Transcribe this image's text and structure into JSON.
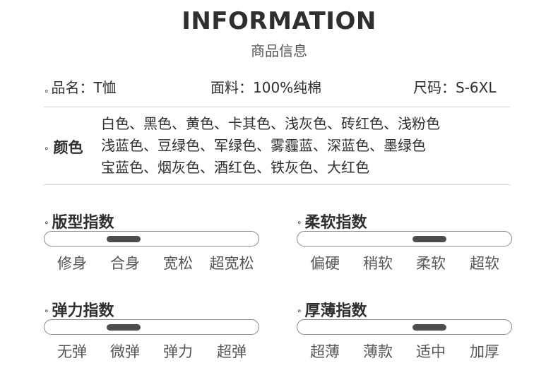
{
  "header": {
    "title": "INFORMATION",
    "subtitle": "商品信息"
  },
  "specs": {
    "name": "品名：T恤",
    "material": "面料：100%纯棉",
    "size": "尺码：S-6XL"
  },
  "colors": {
    "label": "颜色",
    "lines": [
      "白色、黑色、黄色、卡其色、浅灰色、砖红色、浅粉色",
      "浅蓝色、豆绿色、军绿色、雾霾蓝、深蓝色、墨绿色",
      "宝蓝色、烟灰色、酒红色、铁灰色、大红色"
    ]
  },
  "indices": [
    {
      "title": "版型指数",
      "levels": [
        "修身",
        "合身",
        "宽松",
        "超宽松"
      ],
      "selected_index": 1
    },
    {
      "title": "柔软指数",
      "levels": [
        "偏硬",
        "稍软",
        "柔软",
        "超软"
      ],
      "selected_index": 2
    },
    {
      "title": "弹力指数",
      "levels": [
        "无弹",
        "微弹",
        "弹力",
        "超弹"
      ],
      "selected_index": 1
    },
    {
      "title": "厚薄指数",
      "levels": [
        "超薄",
        "薄款",
        "适中",
        "加厚"
      ],
      "selected_index": 2
    }
  ],
  "bullet_glyph": "∘",
  "colors_theme": {
    "text": "#2f2f2f",
    "thumb": "#4d4d4d",
    "track_border": "#888888",
    "divider": "#d6d6d6"
  }
}
